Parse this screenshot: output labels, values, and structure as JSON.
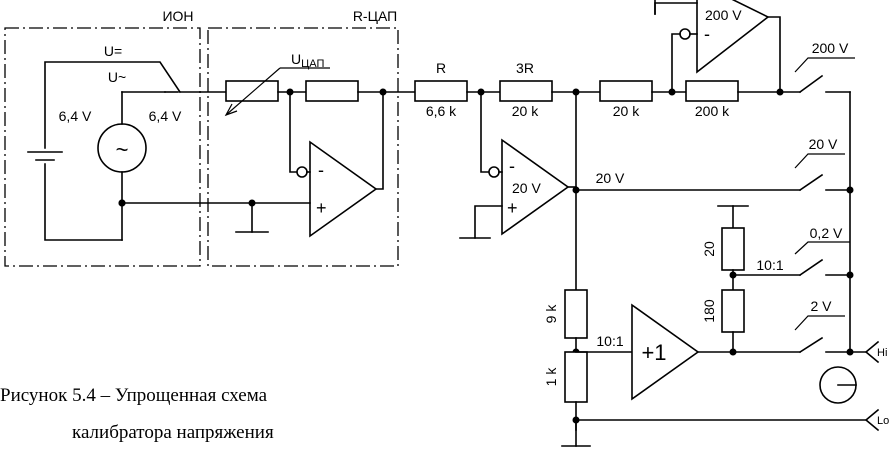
{
  "blocks": {
    "ion": "ИОН",
    "rdac": "R-ЦАП"
  },
  "source": {
    "dc_switch": "U=",
    "ac_switch": "U~",
    "dc_voltage": "6,4 V",
    "ac_voltage": "6,4 V",
    "ac_symbol": "~"
  },
  "dac": {
    "label_main": "U",
    "label_sub": "ЦАП"
  },
  "resistors": {
    "r_label": "R",
    "r_value": "6,6 k",
    "r3_label": "3R",
    "r3_value": "20 k",
    "r_20k": "20 k",
    "r_200k": "200 k",
    "r_9k": "9 k",
    "r_1k": "1 k",
    "r_20": "20",
    "r_180": "180"
  },
  "amplifiers": {
    "minus": "-",
    "plus": "+",
    "amp_20v": "20 V",
    "amp_200v": "200 V",
    "buffer": "+1"
  },
  "ranges": {
    "range_200v": "200 V",
    "range_20v": "20 V",
    "range_02v": "0,2 V",
    "range_2v": "2 V",
    "divider_a": "10:1",
    "divider_b": "10:1",
    "node_20v": "20 V"
  },
  "terminals": {
    "hi": "Hi",
    "lo": "Lo"
  },
  "caption": {
    "line1": "Рисунок 5.4 – Упрощенная схема",
    "line2": "калибратора напряжения"
  }
}
